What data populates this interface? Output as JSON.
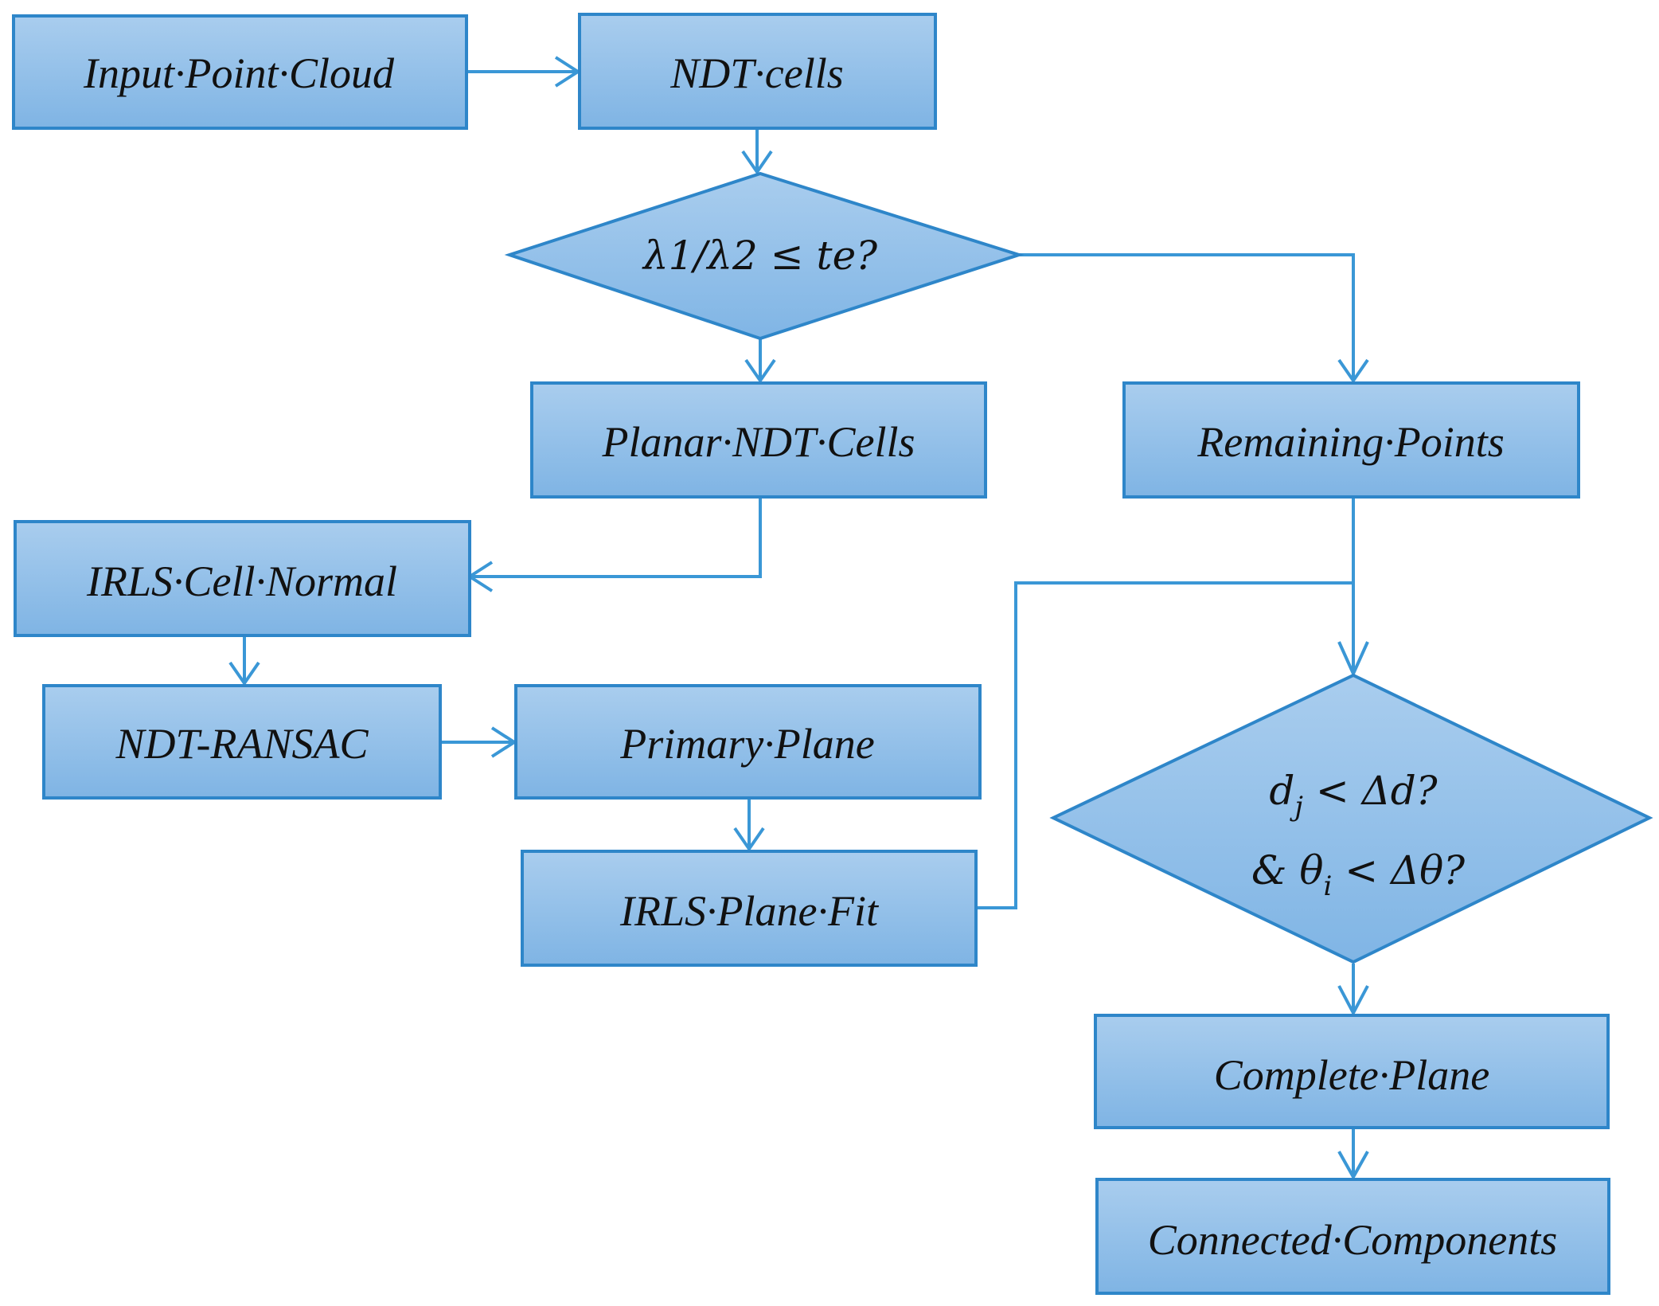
{
  "colors": {
    "box_top": "#A9CDEE",
    "box_bottom": "#7FB4E4",
    "stroke": "#2E86C9",
    "connector": "#3A97D6"
  },
  "nodes": {
    "input_point_cloud": "Input·Point·Cloud",
    "ndt_cells": "NDT·cells",
    "decision_1": "λ1/λ2 ≤ te?",
    "planar_ndt_cells": "Planar·NDT·Cells",
    "remaining_points": "Remaining·Points",
    "irls_cell_normal": "IRLS·Cell·Normal",
    "ndt_ransac": "NDT-RANSAC",
    "primary_plane": "Primary·Plane",
    "irls_plane_fit": "IRLS·Plane·Fit",
    "decision_2": {
      "line1_symbol": "d",
      "line1_subscript": "j",
      "line1_rest": " < Δd?",
      "line2_prefix": "& θ",
      "line2_subscript": "i",
      "line2_rest": " < Δθ?"
    },
    "complete_plane": "Complete·Plane",
    "connected_components": "Connected·Components"
  },
  "edges": [
    {
      "from": "input_point_cloud",
      "to": "ndt_cells"
    },
    {
      "from": "ndt_cells",
      "to": "decision_1"
    },
    {
      "from": "decision_1",
      "to": "planar_ndt_cells"
    },
    {
      "from": "decision_1",
      "to": "remaining_points"
    },
    {
      "from": "planar_ndt_cells",
      "to": "irls_cell_normal"
    },
    {
      "from": "irls_cell_normal",
      "to": "ndt_ransac"
    },
    {
      "from": "ndt_ransac",
      "to": "primary_plane"
    },
    {
      "from": "primary_plane",
      "to": "irls_plane_fit"
    },
    {
      "from": "irls_plane_fit",
      "to": "decision_2"
    },
    {
      "from": "remaining_points",
      "to": "decision_2"
    },
    {
      "from": "decision_2",
      "to": "complete_plane"
    },
    {
      "from": "complete_plane",
      "to": "connected_components"
    }
  ]
}
